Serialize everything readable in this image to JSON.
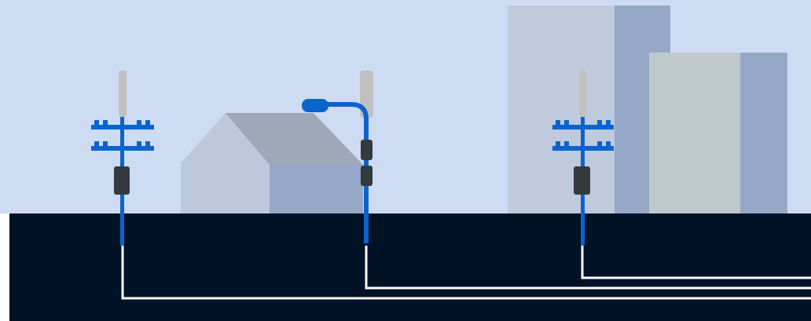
{
  "scene": {
    "sky_color": "#cddcf3",
    "ground_color": "#001226",
    "pole_color": "#0b63ce",
    "cable_color": "#ffffff",
    "antenna_color": "#c0c0c0",
    "equipment_color": "#343a40",
    "house_front_color": "#bcc9dd",
    "house_roof_color": "#9ea8b9",
    "house_side_color": "#95a8c8",
    "building_light_color": "#bfcadc",
    "building_shade_color": "#95a8c8",
    "building_front_color": "#bfc8cc"
  },
  "elements": [
    {
      "name": "left-utility-pole",
      "kind": "utility pole with small cell antenna"
    },
    {
      "name": "house",
      "kind": "house"
    },
    {
      "name": "street-light-pole",
      "kind": "street light with small cell antenna"
    },
    {
      "name": "right-utility-pole",
      "kind": "utility pole with small cell antenna"
    },
    {
      "name": "buildings",
      "kind": "city buildings"
    },
    {
      "name": "underground-cables",
      "kind": "fiber cables"
    }
  ]
}
